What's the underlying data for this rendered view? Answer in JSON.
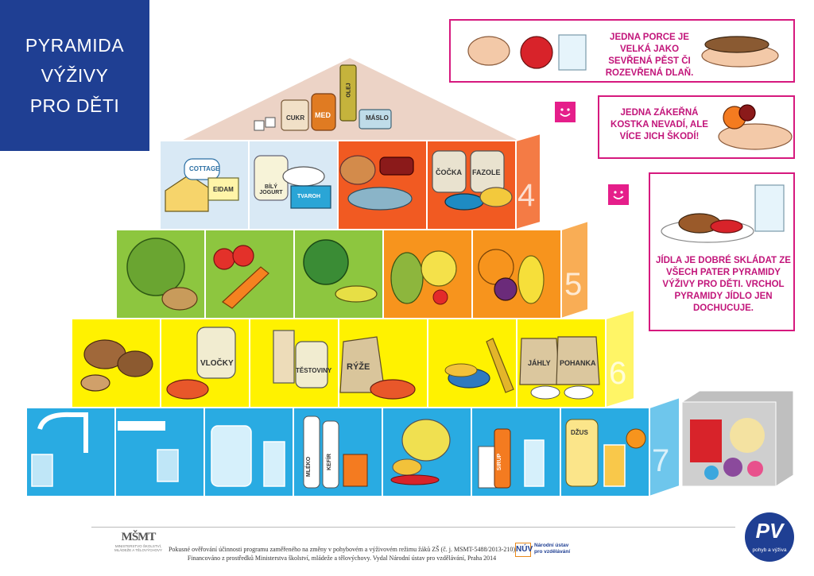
{
  "title": {
    "line1": "PYRAMIDA",
    "line2": "VÝŽIVY",
    "line3": "PRO DĚTI"
  },
  "notes": {
    "portion": "JEDNA PORCE JE VELKÁ JAKO SEVŘENÁ PĚST ČI ROZEVŘENÁ DLAŇ.",
    "sweets": "JEDNA ZÁKEŘNÁ KOSTKA NEVADÍ, ALE VÍCE JICH ŠKODÍ!",
    "combine": "JÍDLA JE DOBRÉ SKLÁDAT ZE VŠECH PATER PYRAMIDY VÝŽIVY PRO DĚTI. VRCHOL PYRAMIDY JÍDLO JEN DOCHUCUJE."
  },
  "levels": [
    {
      "number": "4",
      "color": "#f15a22"
    },
    {
      "number": "5",
      "color": "#f7941d"
    },
    {
      "number": "6",
      "color": "#fff200"
    },
    {
      "number": "7",
      "color": "#29abe2"
    }
  ],
  "labels": {
    "cukr": "CUKR",
    "med": "MED",
    "olej": "OLEJ",
    "maslo": "MÁSLO",
    "cottage": "COTTAGE",
    "eidam": "EIDAM",
    "jogurt": "BÍLÝ JOGURT",
    "tvaroh": "TVAROH",
    "cocka": "ČOČKA",
    "fazole": "FAZOLE",
    "vlocky": "VLOČKY",
    "testoviny": "TĚSTOVINY",
    "ryze": "RÝŽE",
    "jahly": "JÁHLY",
    "pohanka": "POHANKA",
    "mleko": "MLÉKO",
    "kefir": "KEFÍR",
    "sirup": "SIRUP",
    "dzus": "DŽUS"
  },
  "footer": {
    "line1": "Pokusné ověřování účinnosti programu zaměřeného na změny v pohybovém a výživovém režimu žáků ZŠ (č. j. MSMT-5488/2013-210)",
    "line2": "Financováno z prostředků Ministerstva školství, mládeže a tělovýchovy. Vydal Národní ústav pro vzdělávání, Praha 2014",
    "msmt_mark": "MŠMT",
    "msmt_text": "MINISTERSTVO ŠKOLSTVÍ, MLÁDEŽE A TĚLOVÝCHOVY",
    "nuv_mark": "NÚV",
    "nuv_text": "Národní ústav pro vzdělávání",
    "pv_mark": "PV",
    "pv_sub": "pohyb a výživa"
  }
}
